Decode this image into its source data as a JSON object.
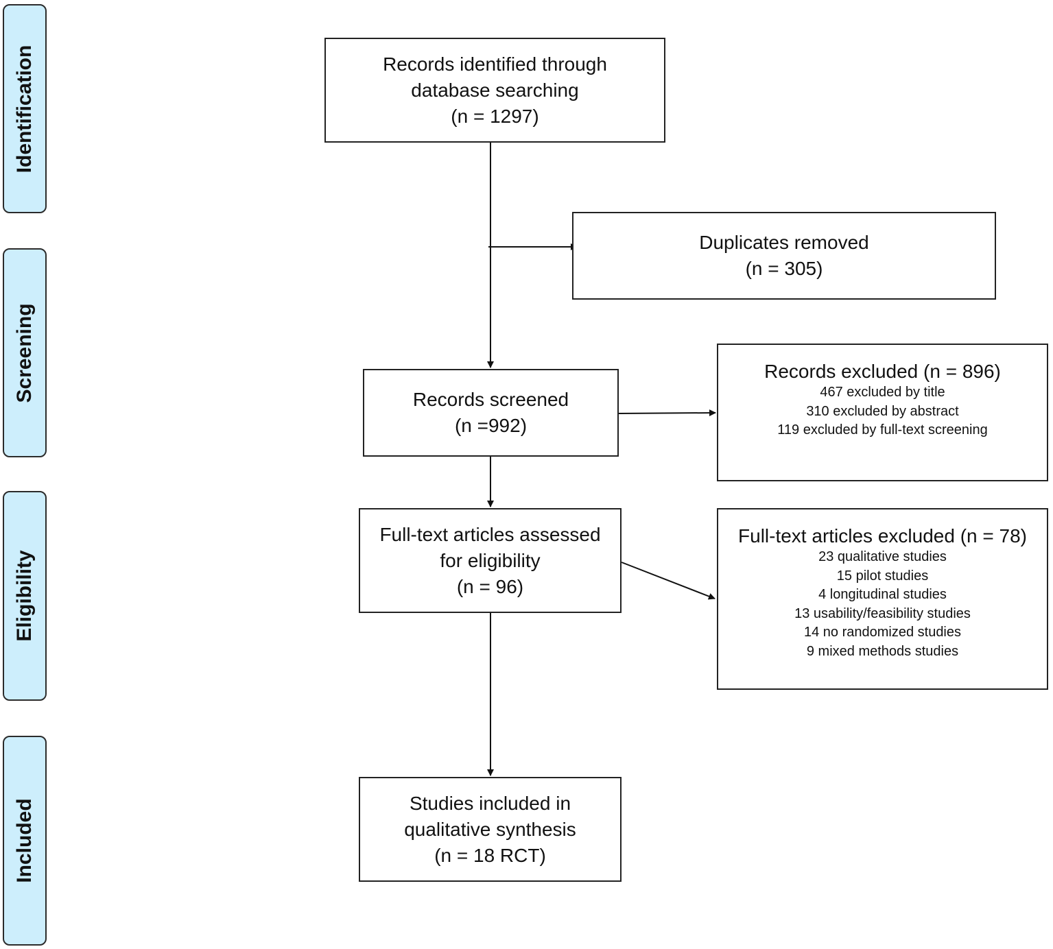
{
  "phases": [
    "Identification",
    "Screening",
    "Eligibility",
    "Included"
  ],
  "boxes": {
    "identified": [
      "Records identified through",
      "database searching",
      "(n = 1297)"
    ],
    "duplicates": [
      "Duplicates removed",
      "(n = 305)"
    ],
    "screened": [
      "Records screened",
      "(n =992)"
    ],
    "records_excluded": {
      "heading": "Records excluded (n = 896)",
      "items": [
        "467 excluded by title",
        "310 excluded by abstract",
        "119 excluded by full-text screening"
      ]
    },
    "fulltext_assessed": [
      "Full-text articles assessed",
      "for eligibility",
      "(n = 96)"
    ],
    "fulltext_excluded": {
      "heading": "Full-text articles excluded (n = 78)",
      "items": [
        "23 qualitative studies",
        "15 pilot studies",
        "4 longitudinal studies",
        "13 usability/feasibility studies",
        "14 no randomized studies",
        "9 mixed methods studies"
      ]
    },
    "included": [
      "Studies included in",
      "qualitative synthesis",
      "(n = 18 RCT)"
    ]
  }
}
